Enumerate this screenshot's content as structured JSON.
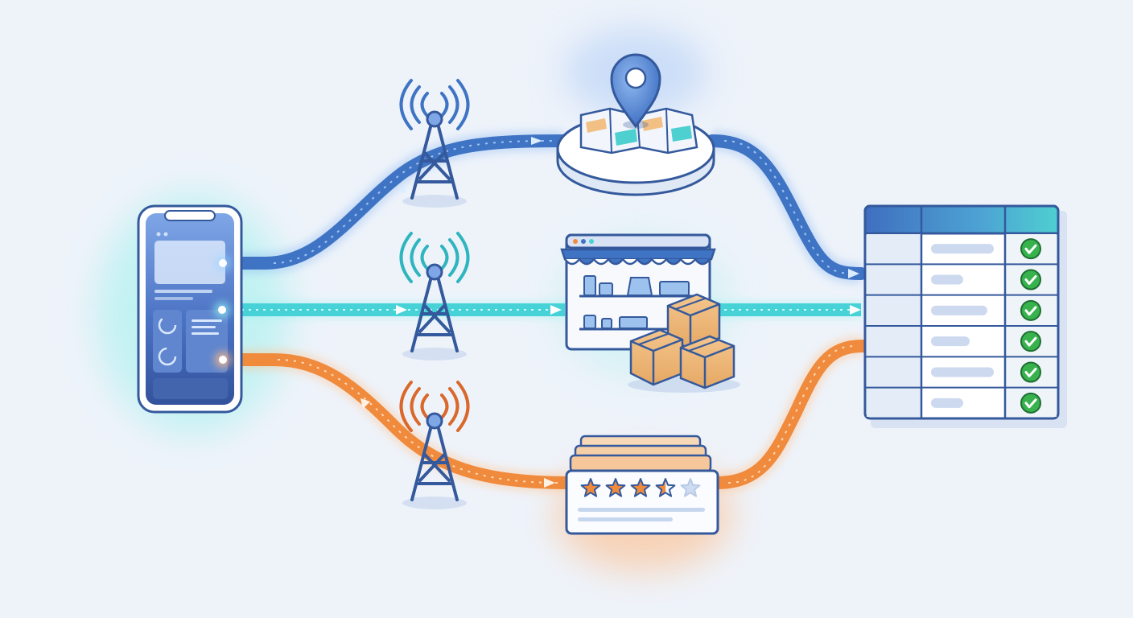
{
  "diagram": {
    "flows": [
      {
        "id": "location",
        "color": "#3f74c4",
        "glow": "#7fb0f0"
      },
      {
        "id": "retail",
        "color": "#46d2d6",
        "glow": "#8ff1ef"
      },
      {
        "id": "reviews",
        "color": "#f08a3c",
        "glow": "#ffc08a"
      }
    ],
    "palette": {
      "background": "#eef3fa",
      "outline": "#34599c",
      "check": "#37b24d",
      "phone_screen": "#3d64b0",
      "box": "#f2c084",
      "star": "#f08a3c"
    },
    "icons": [
      "smartphone-icon",
      "cell-tower-icon",
      "map-pin-icon",
      "folded-map-icon",
      "storefront-icon",
      "cardboard-boxes-icon",
      "review-card-icon",
      "star-rating-icon",
      "data-table-icon",
      "checkmark-icon"
    ],
    "rating": {
      "filled": 3.5,
      "total": 5
    },
    "table": {
      "columns": 3,
      "rows": 6,
      "checked_rows": 6
    }
  }
}
